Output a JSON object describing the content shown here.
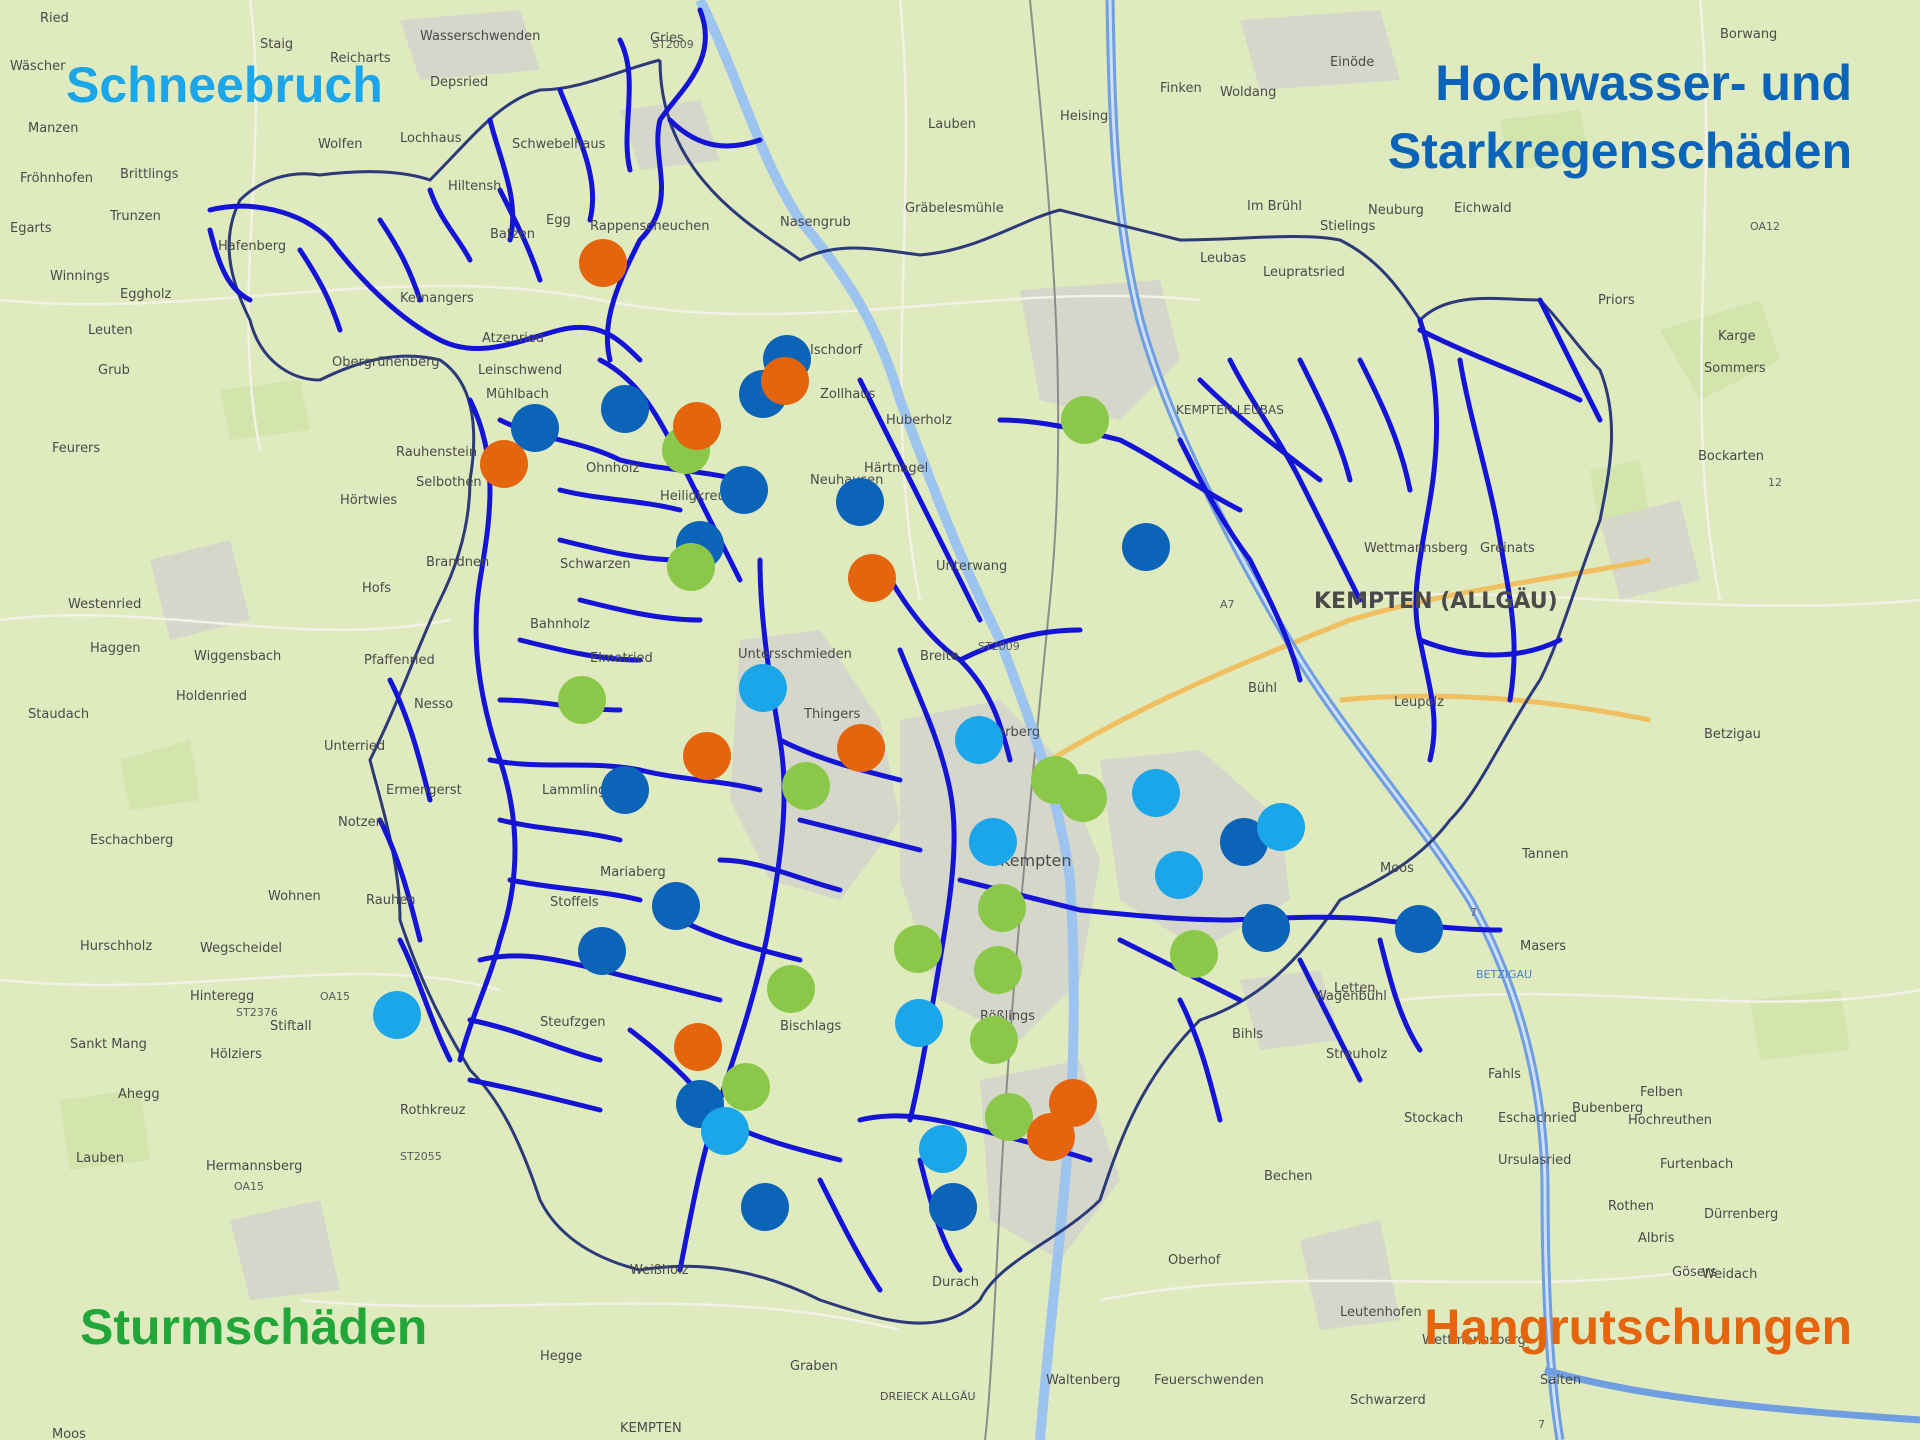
{
  "legend": {
    "snow": {
      "label": "Schneebruch",
      "color": "#1aa6e8"
    },
    "flood": {
      "line1": "Hochwasser- und",
      "line2": "Starkregenschäden",
      "color": "#0b64b8"
    },
    "storm": {
      "label": "Sturmschäden",
      "color": "#22a63a"
    },
    "landslide": {
      "label": "Hangrutschungen",
      "color": "#e5650e"
    }
  },
  "colors": {
    "river": "#1414d6",
    "boundary": "#2b3a78",
    "motorway": "#6f9fe0",
    "terrain": "#dfeabf",
    "urban": "#cfcfcf",
    "snow_marker": "#1aa6e8",
    "flood_marker": "#0b64b8",
    "storm_marker": "#8bc84a",
    "landslide_marker": "#e5650e"
  },
  "place_labels": [
    {
      "name": "Ried"
    },
    {
      "name": "Staig"
    },
    {
      "name": "Reicharts"
    },
    {
      "name": "Wasserschwenden"
    },
    {
      "name": "Wäscher"
    },
    {
      "name": "Depsried"
    },
    {
      "name": "Gries"
    },
    {
      "name": "Borwang"
    },
    {
      "name": "Manzen"
    },
    {
      "name": "Wolfen"
    },
    {
      "name": "Lochhaus"
    },
    {
      "name": "Schwebelhaus"
    },
    {
      "name": "Einöde"
    },
    {
      "name": "Lauben"
    },
    {
      "name": "Heising"
    },
    {
      "name": "Finken"
    },
    {
      "name": "Woldang"
    },
    {
      "name": "Brittlings"
    },
    {
      "name": "Hiltensh"
    },
    {
      "name": "Egg"
    },
    {
      "name": "Fröhnhofen"
    },
    {
      "name": "Egarts"
    },
    {
      "name": "Trunzen"
    },
    {
      "name": "Batzen"
    },
    {
      "name": "Rappenscheuchen"
    },
    {
      "name": "Nasengrub"
    },
    {
      "name": "Gräbelesmühle"
    },
    {
      "name": "Im Brühl"
    },
    {
      "name": "Stielings"
    },
    {
      "name": "Neuburg"
    },
    {
      "name": "Eichwald"
    },
    {
      "name": "Hafenberg"
    },
    {
      "name": "Winnings"
    },
    {
      "name": "Eggholz"
    },
    {
      "name": "Leubas"
    },
    {
      "name": "Leupratsried"
    },
    {
      "name": "Priors"
    },
    {
      "name": "Leuten"
    },
    {
      "name": "Kernangers"
    },
    {
      "name": "Atzenried"
    },
    {
      "name": "Ischdorf"
    },
    {
      "name": "Karge"
    },
    {
      "name": "Grub"
    },
    {
      "name": "Obergrünenberg"
    },
    {
      "name": "Leinschwend"
    },
    {
      "name": "Zollhaus"
    },
    {
      "name": "Sommers"
    },
    {
      "name": "Mühlbach"
    },
    {
      "name": "Huberholz"
    },
    {
      "name": "KEMPTEN LEUBAS"
    },
    {
      "name": "Feurers"
    },
    {
      "name": "Rauhenstein"
    },
    {
      "name": "Ohnholz"
    },
    {
      "name": "Bockarten"
    },
    {
      "name": "Selbothen"
    },
    {
      "name": "Hörtwies"
    },
    {
      "name": "Neuhausen"
    },
    {
      "name": "Härtnagel"
    },
    {
      "name": "Heiligkreuz"
    },
    {
      "name": "Wettmannsberg"
    },
    {
      "name": "Greinats"
    },
    {
      "name": "Brandnen"
    },
    {
      "name": "Schwarzen"
    },
    {
      "name": "Unterwang"
    },
    {
      "name": "Westenried"
    },
    {
      "name": "Hofs"
    },
    {
      "name": "KEMPTEN (ALLGÄU)"
    },
    {
      "name": "Wiggensbach"
    },
    {
      "name": "Bahnholz"
    },
    {
      "name": "Breite"
    },
    {
      "name": "Haggen"
    },
    {
      "name": "Pfaffenried"
    },
    {
      "name": "Elmatried"
    },
    {
      "name": "Untersschmieden"
    },
    {
      "name": "Bühl"
    },
    {
      "name": "Holdenried"
    },
    {
      "name": "Lotterberg"
    },
    {
      "name": "Leupolz"
    },
    {
      "name": "Staudach"
    },
    {
      "name": "Nesso"
    },
    {
      "name": "Thingers"
    },
    {
      "name": "Betzigau"
    },
    {
      "name": "Unterried"
    },
    {
      "name": "Lammlings"
    },
    {
      "name": "Eschachberg"
    },
    {
      "name": "Notzen"
    },
    {
      "name": "Ermengerst"
    },
    {
      "name": "Tannen"
    },
    {
      "name": "Kempten"
    },
    {
      "name": "Moos"
    },
    {
      "name": "Mariaberg"
    },
    {
      "name": "Wohnen"
    },
    {
      "name": "Rauhen"
    },
    {
      "name": "Stoffels"
    },
    {
      "name": "Hurschholz"
    },
    {
      "name": "Wegscheidel"
    },
    {
      "name": "Masers"
    },
    {
      "name": "Rößlings"
    },
    {
      "name": "Wagenbühl"
    },
    {
      "name": "Letten"
    },
    {
      "name": "Hinteregg"
    },
    {
      "name": "Stiftall"
    },
    {
      "name": "Steufzgen"
    },
    {
      "name": "Bischlags"
    },
    {
      "name": "Sankt Mang"
    },
    {
      "name": "Bihls"
    },
    {
      "name": "Hölziers"
    },
    {
      "name": "Streuholz"
    },
    {
      "name": "Fahls"
    },
    {
      "name": "Ahegg"
    },
    {
      "name": "Bubenberg"
    },
    {
      "name": "Rothkreuz"
    },
    {
      "name": "Stockach"
    },
    {
      "name": "Eschachried"
    },
    {
      "name": "Hochreuthen"
    },
    {
      "name": "Felben"
    },
    {
      "name": "Lauben"
    },
    {
      "name": "Hermannsberg"
    },
    {
      "name": "Ursulasried"
    },
    {
      "name": "Bechen"
    },
    {
      "name": "Furtenbach"
    },
    {
      "name": "Rothen"
    },
    {
      "name": "Dürrenberg"
    },
    {
      "name": "Albris"
    },
    {
      "name": "Weidach"
    },
    {
      "name": "Weißholz"
    },
    {
      "name": "Oberhof"
    },
    {
      "name": "Durach"
    },
    {
      "name": "Gösers"
    },
    {
      "name": "Leutenhofen"
    },
    {
      "name": "Hegge"
    },
    {
      "name": "Graben"
    },
    {
      "name": "Waltenberg"
    },
    {
      "name": "Feuerschwenden"
    },
    {
      "name": "DREIECK ALLGÄU"
    },
    {
      "name": "Schwarzerd"
    },
    {
      "name": "Salten"
    },
    {
      "name": "Moos"
    },
    {
      "name": "KEMPTEN"
    },
    {
      "name": "Wettmannsberg"
    }
  ],
  "road_labels": [
    "ST2009",
    "OA12",
    "A7",
    "12",
    "ST2009",
    "OA15",
    "ST2376",
    "ST2055",
    "OA15",
    "BETZIGAU",
    "7",
    "7"
  ],
  "map_values": {
    "snow": [
      [
        397,
        1015
      ],
      [
        763,
        688
      ],
      [
        979,
        740
      ],
      [
        993,
        842
      ],
      [
        1156,
        793
      ],
      [
        1179,
        875
      ],
      [
        1281,
        827
      ],
      [
        919,
        1023
      ],
      [
        725,
        1131
      ],
      [
        943,
        1149
      ]
    ],
    "flood": [
      [
        535,
        428
      ],
      [
        625,
        409
      ],
      [
        787,
        359
      ],
      [
        763,
        394
      ],
      [
        744,
        490
      ],
      [
        860,
        502
      ],
      [
        700,
        545
      ],
      [
        1146,
        547
      ],
      [
        625,
        790
      ],
      [
        676,
        906
      ],
      [
        602,
        951
      ],
      [
        1244,
        842
      ],
      [
        1266,
        928
      ],
      [
        1419,
        929
      ],
      [
        700,
        1104
      ],
      [
        765,
        1207
      ],
      [
        953,
        1207
      ]
    ],
    "storm": [
      [
        1085,
        420
      ],
      [
        686,
        450
      ],
      [
        691,
        567
      ],
      [
        582,
        700
      ],
      [
        806,
        786
      ],
      [
        1055,
        780
      ],
      [
        1083,
        798
      ],
      [
        1002,
        908
      ],
      [
        918,
        949
      ],
      [
        998,
        970
      ],
      [
        791,
        989
      ],
      [
        1194,
        954
      ],
      [
        994,
        1040
      ],
      [
        746,
        1087
      ],
      [
        1009,
        1117
      ]
    ],
    "landslide": [
      [
        603,
        263
      ],
      [
        697,
        426
      ],
      [
        785,
        381
      ],
      [
        504,
        464
      ],
      [
        872,
        578
      ],
      [
        707,
        756
      ],
      [
        861,
        748
      ],
      [
        698,
        1047
      ],
      [
        1073,
        1103
      ],
      [
        1051,
        1137
      ]
    ]
  }
}
